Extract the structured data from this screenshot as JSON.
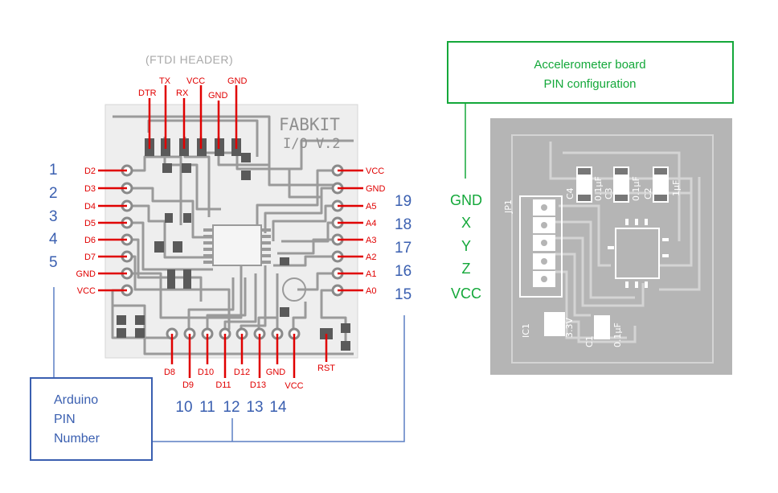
{
  "ftdi": {
    "header_label": "(FTDI HEADER)",
    "pins": [
      "DTR",
      "TX",
      "RX",
      "VCC",
      "GND",
      "GND"
    ]
  },
  "board": {
    "title_line1": "FABKIT",
    "title_line2": "I/O V.2"
  },
  "left_pins": [
    "D2",
    "D3",
    "D4",
    "D5",
    "D6",
    "D7",
    "GND",
    "VCC"
  ],
  "left_numbers": [
    "1",
    "2",
    "3",
    "4",
    "5"
  ],
  "right_pins": [
    "VCC",
    "GND",
    "A5",
    "A4",
    "A3",
    "A2",
    "A1",
    "A0"
  ],
  "right_numbers": [
    "19",
    "18",
    "17",
    "16",
    "15"
  ],
  "bottom_pins": [
    "D8",
    "D9",
    "D10",
    "D11",
    "D12",
    "D13",
    "GND",
    "VCC",
    "RST"
  ],
  "bottom_numbers": [
    "10",
    "11",
    "12",
    "13",
    "14"
  ],
  "arduino_box": {
    "line1": "Arduino",
    "line2": "PIN",
    "line3": "Number"
  },
  "accelerometer_box": {
    "line1": "Accelerometer board",
    "line2": "PIN configuration"
  },
  "accel_pins": [
    "GND",
    "X",
    "Y",
    "Z",
    "VCC"
  ],
  "accel_board_labels": {
    "jp1": "JP1",
    "c1": "C1",
    "c2": "C2",
    "c3": "C3",
    "c4": "C4",
    "ic1": "IC1",
    "cap_value": "0.1µF",
    "cap_value_alt": "1µF",
    "reg_value": "3.3V"
  },
  "colors": {
    "red": "#e00000",
    "blue": "#3a5fb0",
    "green": "#14a83a",
    "board_grey": "#b5b5b5"
  }
}
